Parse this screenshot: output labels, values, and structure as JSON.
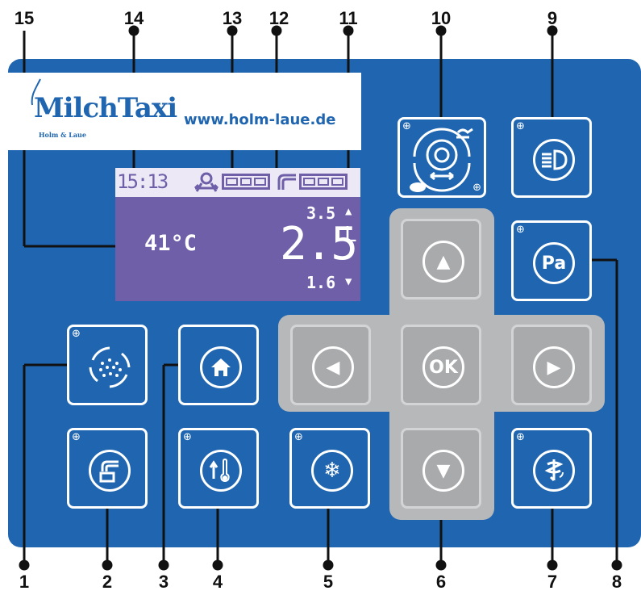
{
  "callouts_top": [
    "15",
    "14",
    "13",
    "12",
    "11",
    "10",
    "9"
  ],
  "callouts_bottom": [
    "1",
    "2",
    "3",
    "4",
    "5",
    "6",
    "7",
    "8"
  ],
  "logo": {
    "brand": "MilchTaxi",
    "sub": "Holm & Laue",
    "url": "www.holm-laue.de"
  },
  "display": {
    "time": "15:13",
    "temperature": "41°C",
    "volume_upper": "3.5",
    "volume_main": "2.5",
    "volume_unit": "L",
    "volume_lower": "1.6",
    "gauge1_icon": "agitator-icon",
    "gauge2_icon": "tap-icon"
  },
  "buttons": {
    "agitation": {
      "icon": "spray-cycle-icon"
    },
    "home": {
      "icon": "home-icon"
    },
    "dispense": {
      "icon": "tap-icon"
    },
    "heating": {
      "icon": "thermometer-up-icon"
    },
    "cooling": {
      "icon": "snowflake-icon"
    },
    "speed": {
      "icon": "speed-fast-slow-icon"
    },
    "light": {
      "icon": "headlight-icon"
    },
    "pasteurize": {
      "label": "Pa"
    },
    "stirrer": {
      "icon": "stirrer-icon"
    },
    "nav_up": {
      "glyph": "▲"
    },
    "nav_down": {
      "glyph": "▼"
    },
    "nav_left": {
      "glyph": "◀"
    },
    "nav_right": {
      "glyph": "▶"
    },
    "nav_ok": {
      "label": "OK"
    }
  }
}
